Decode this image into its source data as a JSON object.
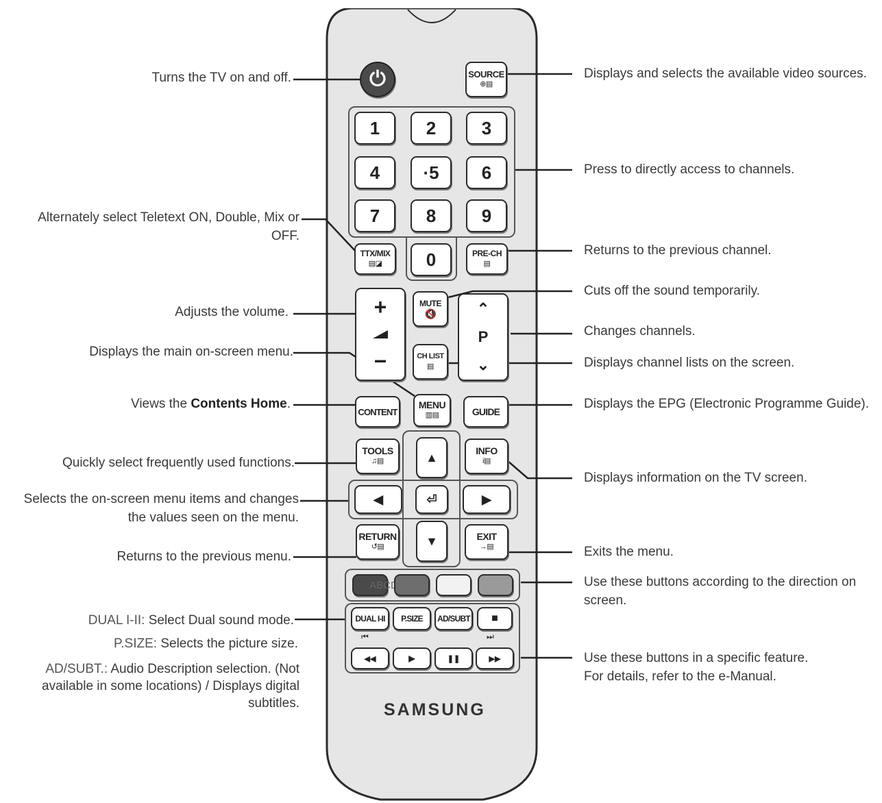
{
  "remote": {
    "brand": "SAMSUNG",
    "buttons": {
      "power": "⏻",
      "source": "SOURCE",
      "source_sub": "⊕▤",
      "digits": [
        "1",
        "2",
        "3",
        "4",
        "·5",
        "6",
        "7",
        "8",
        "9",
        "0"
      ],
      "ttx_mix": "TTX/MIX",
      "ttx_sub": "▤◪",
      "pre_ch": "PRE-CH",
      "pre_ch_sub": "▤",
      "volume_plus": "+",
      "volume_minus": "−",
      "mute": "MUTE",
      "mute_icon": "🔇",
      "channel_p": "P",
      "ch_list": "CH LIST",
      "ch_list_sub": "▤",
      "content": "CONTENT",
      "menu": "MENU",
      "menu_sub": "▥▤",
      "guide": "GUIDE",
      "tools": "TOOLS",
      "tools_sub": "♫▤",
      "info": "INFO",
      "info_sub": "i▤",
      "return": "RETURN",
      "return_sub": "↺▤",
      "exit": "EXIT",
      "exit_sub": "→▤",
      "up": "▲",
      "down": "▼",
      "left": "◀",
      "right": "▶",
      "enter": "⏎",
      "color_a_label": "ABCD",
      "dual": "DUAL I-II",
      "p_size": "P.SIZE",
      "ad_subt": "AD/SUBT",
      "stop": "■",
      "prev_label": "⏮",
      "next_label": "⏭",
      "rewind": "◀◀",
      "play": "▶",
      "pause": "❚❚",
      "forward": "▶▶"
    },
    "colors": {
      "body": "#e6e6e6",
      "color_btn_1": "#4a4a4a",
      "color_btn_2": "#6e6e6e",
      "color_btn_3": "#f2f2f2",
      "color_btn_4": "#9a9a9a"
    }
  },
  "callouts": {
    "power": "Turns the TV on and off.",
    "source": "Displays and selects the available video sources.",
    "channels": "Press to directly access to channels.",
    "teletext_1": "Alternately select Teletext ON, Double, Mix or",
    "teletext_2": "OFF.",
    "pre_ch": "Returns to the previous channel.",
    "mute": "Cuts off the sound temporarily.",
    "volume": "Adjusts the volume.",
    "change_ch": "Changes channels.",
    "menu": "Displays the main on-screen menu.",
    "ch_list": "Displays channel lists on the screen.",
    "contents_pre": "Views the ",
    "contents_bold": "Contents Home",
    "contents_post": ".",
    "guide": "Displays the EPG (Electronic Programme Guide).",
    "tools": "Quickly select frequently used functions.",
    "info": "Displays information on the TV screen.",
    "nav_1": "Selects the on-screen menu items and changes",
    "nav_2": "the values seen on the menu.",
    "return": "Returns to the previous menu.",
    "exit": "Exits the menu.",
    "color_1": "Use these buttons according to the direction on",
    "color_2": "screen.",
    "dual_kw": "DUAL I-II:",
    "dual_txt": " Select Dual sound mode.",
    "psize_kw": "P.SIZE:",
    "psize_txt": " Selects the picture size.",
    "adsubt_kw": "AD/SUBT.:",
    "adsubt_txt_1": " Audio Description selection. (Not",
    "adsubt_txt_2": "available in some locations) / Displays digital",
    "adsubt_txt_3": "subtitles.",
    "feature_1": "Use these buttons in a specific feature.",
    "feature_2": "For details, refer to the e-Manual."
  }
}
